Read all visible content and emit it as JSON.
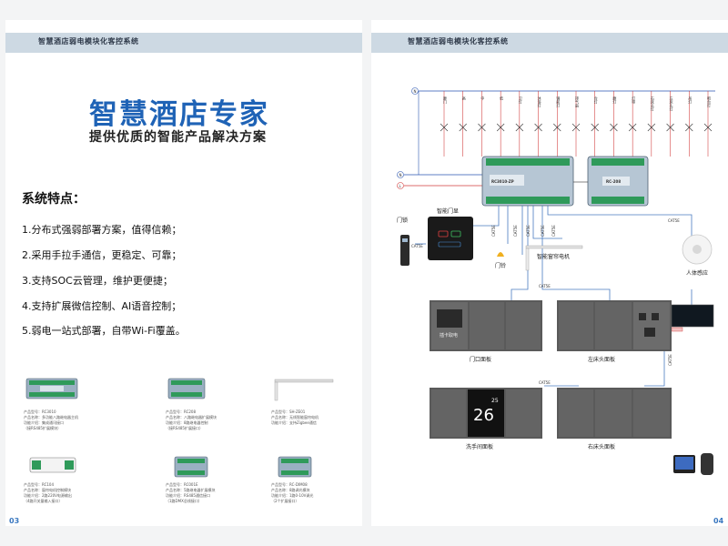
{
  "left_page": {
    "header": "智慧酒店弱电模块化客控系统",
    "hero_title": "智慧酒店专家",
    "hero_subtitle": "提供优质的智能产品解决方案",
    "features_title": "系统特点：",
    "features": [
      "1.分布式强弱部署方案，值得信赖；",
      "2.采用手拉手通信，更稳定、可靠；",
      "3.支持SOC云管理，维护更便捷；",
      "4.支持扩展微信控制、AI语音控制；",
      "5.弱电一站式部署，自带Wi-Fi覆盖。"
    ],
    "products": [
      {
        "model": "产品型号：RC3010",
        "desc1": "产品名称：多功能八路继电器主机",
        "desc2": "功能介绍：集成通讯接口",
        "desc3": "（接RS485扩展模块）"
      },
      {
        "model": "产品型号：RC208",
        "desc1": "产品名称：八路继电器扩展模块",
        "desc2": "功能介绍：8路继电器控制",
        "desc3": "（接RS485扩展接口）"
      },
      {
        "model": "产品型号：SH-ZE01",
        "desc1": "产品名称：无线智能窗帘电机",
        "desc2": "功能介绍：支持Zigbee通信",
        "desc3": ""
      },
      {
        "model": "产品型号：RC104",
        "desc1": "产品名称：窗帘电机控制模块",
        "desc2": "功能介绍：2路220V电源输出",
        "desc3": "（4路开关量输入接口）"
      },
      {
        "model": "产品型号：RC001E",
        "desc1": "产品名称：5路继电器扩展模块",
        "desc2": "功能介绍：RS485通信接口",
        "desc3": "（1路DMX总线接口）"
      },
      {
        "model": "产品型号：RC-DIM08",
        "desc1": "产品名称：8路调光模块",
        "desc2": "功能介绍：1路0-10V调光",
        "desc3": "（2个扩展接口）"
      }
    ],
    "page_number": "03"
  },
  "right_page": {
    "header": "智慧酒店弱电模块化客控系统",
    "bus_labels": [
      "N",
      "N",
      "L"
    ],
    "loads": [
      "廊门",
      "高",
      "中",
      "低",
      "卫灯",
      "沐浴灯",
      "镜前灯",
      "排气扇",
      "台灯",
      "廊灯",
      "灯带",
      "右床头灯",
      "左床头灯",
      "吊灯",
      "吧台灯"
    ],
    "main_unit": "RC3010-ZP",
    "ext_unit": "RC-208",
    "door_card": "智能门显",
    "door_bell": "门铃",
    "door_lock": "门锁",
    "curtain_motor": "智能窗帘电机",
    "sensor": "人体感应",
    "cable": "CAT5E",
    "card_text": "插卡取电",
    "thermo_temp": "26",
    "thermo_set": "25",
    "panels": [
      "门口面板",
      "左床头面板",
      "洗手间面板",
      "右床头面板"
    ],
    "page_number": "04"
  }
}
